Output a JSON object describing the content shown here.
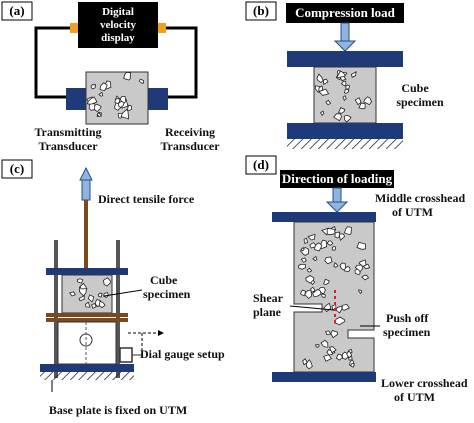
{
  "panels": {
    "a": {
      "tag": "(a)",
      "display_line1": "Digital",
      "display_line2": "velocity",
      "display_line3": "display",
      "transmit_line1": "Transmitting",
      "transmit_line2": "Transducer",
      "receive_line1": "Receiving",
      "receive_line2": "Transducer"
    },
    "b": {
      "tag": "(b)",
      "load_label": "Compression load",
      "specimen_line1": "Cube",
      "specimen_line2": "specimen"
    },
    "c": {
      "tag": "(c)",
      "force_label": "Direct tensile force",
      "specimen_line1": "Cube",
      "specimen_line2": "specimen",
      "gauge_label": "Dial gauge setup",
      "base_label": "Base plate is fixed on UTM"
    },
    "d": {
      "tag": "(d)",
      "direction_label": "Direction of loading",
      "middle_line1": "Middle crosshead",
      "middle_line2": "of UTM",
      "shear_line1": "Shear",
      "shear_line2": "plane",
      "push_line1": "Push off",
      "push_line2": "specimen",
      "lower_line1": "Lower crosshead",
      "lower_line2": "of UTM"
    }
  },
  "colors": {
    "concrete": "#c9c9c9",
    "plate_blue": "#1f3a78",
    "display_black": "#000000",
    "connector_orange": "#f0a020",
    "arrow_blue": "#8fb4e0",
    "banner_black": "#000000",
    "shear_red": "#e02020",
    "rod_brown": "#7a4a1e"
  }
}
